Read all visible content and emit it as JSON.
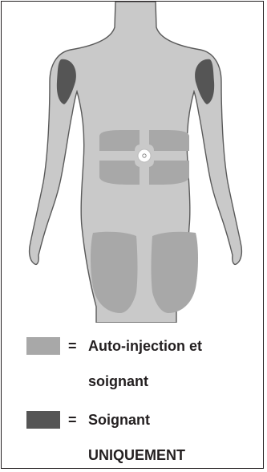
{
  "colors": {
    "body": "#c9c9c9",
    "body_outline": "#5a5a5a",
    "self_injection_zone": "#a8a8a8",
    "caregiver_only_zone": "#555555",
    "frame": "#231f20"
  },
  "legend": {
    "self_and_caregiver": {
      "equals": "=",
      "line1": "Auto-injection et",
      "line2": "soignant"
    },
    "caregiver_only": {
      "equals": "=",
      "line1": "Soignant",
      "line2": "UNIQUEMENT"
    }
  }
}
